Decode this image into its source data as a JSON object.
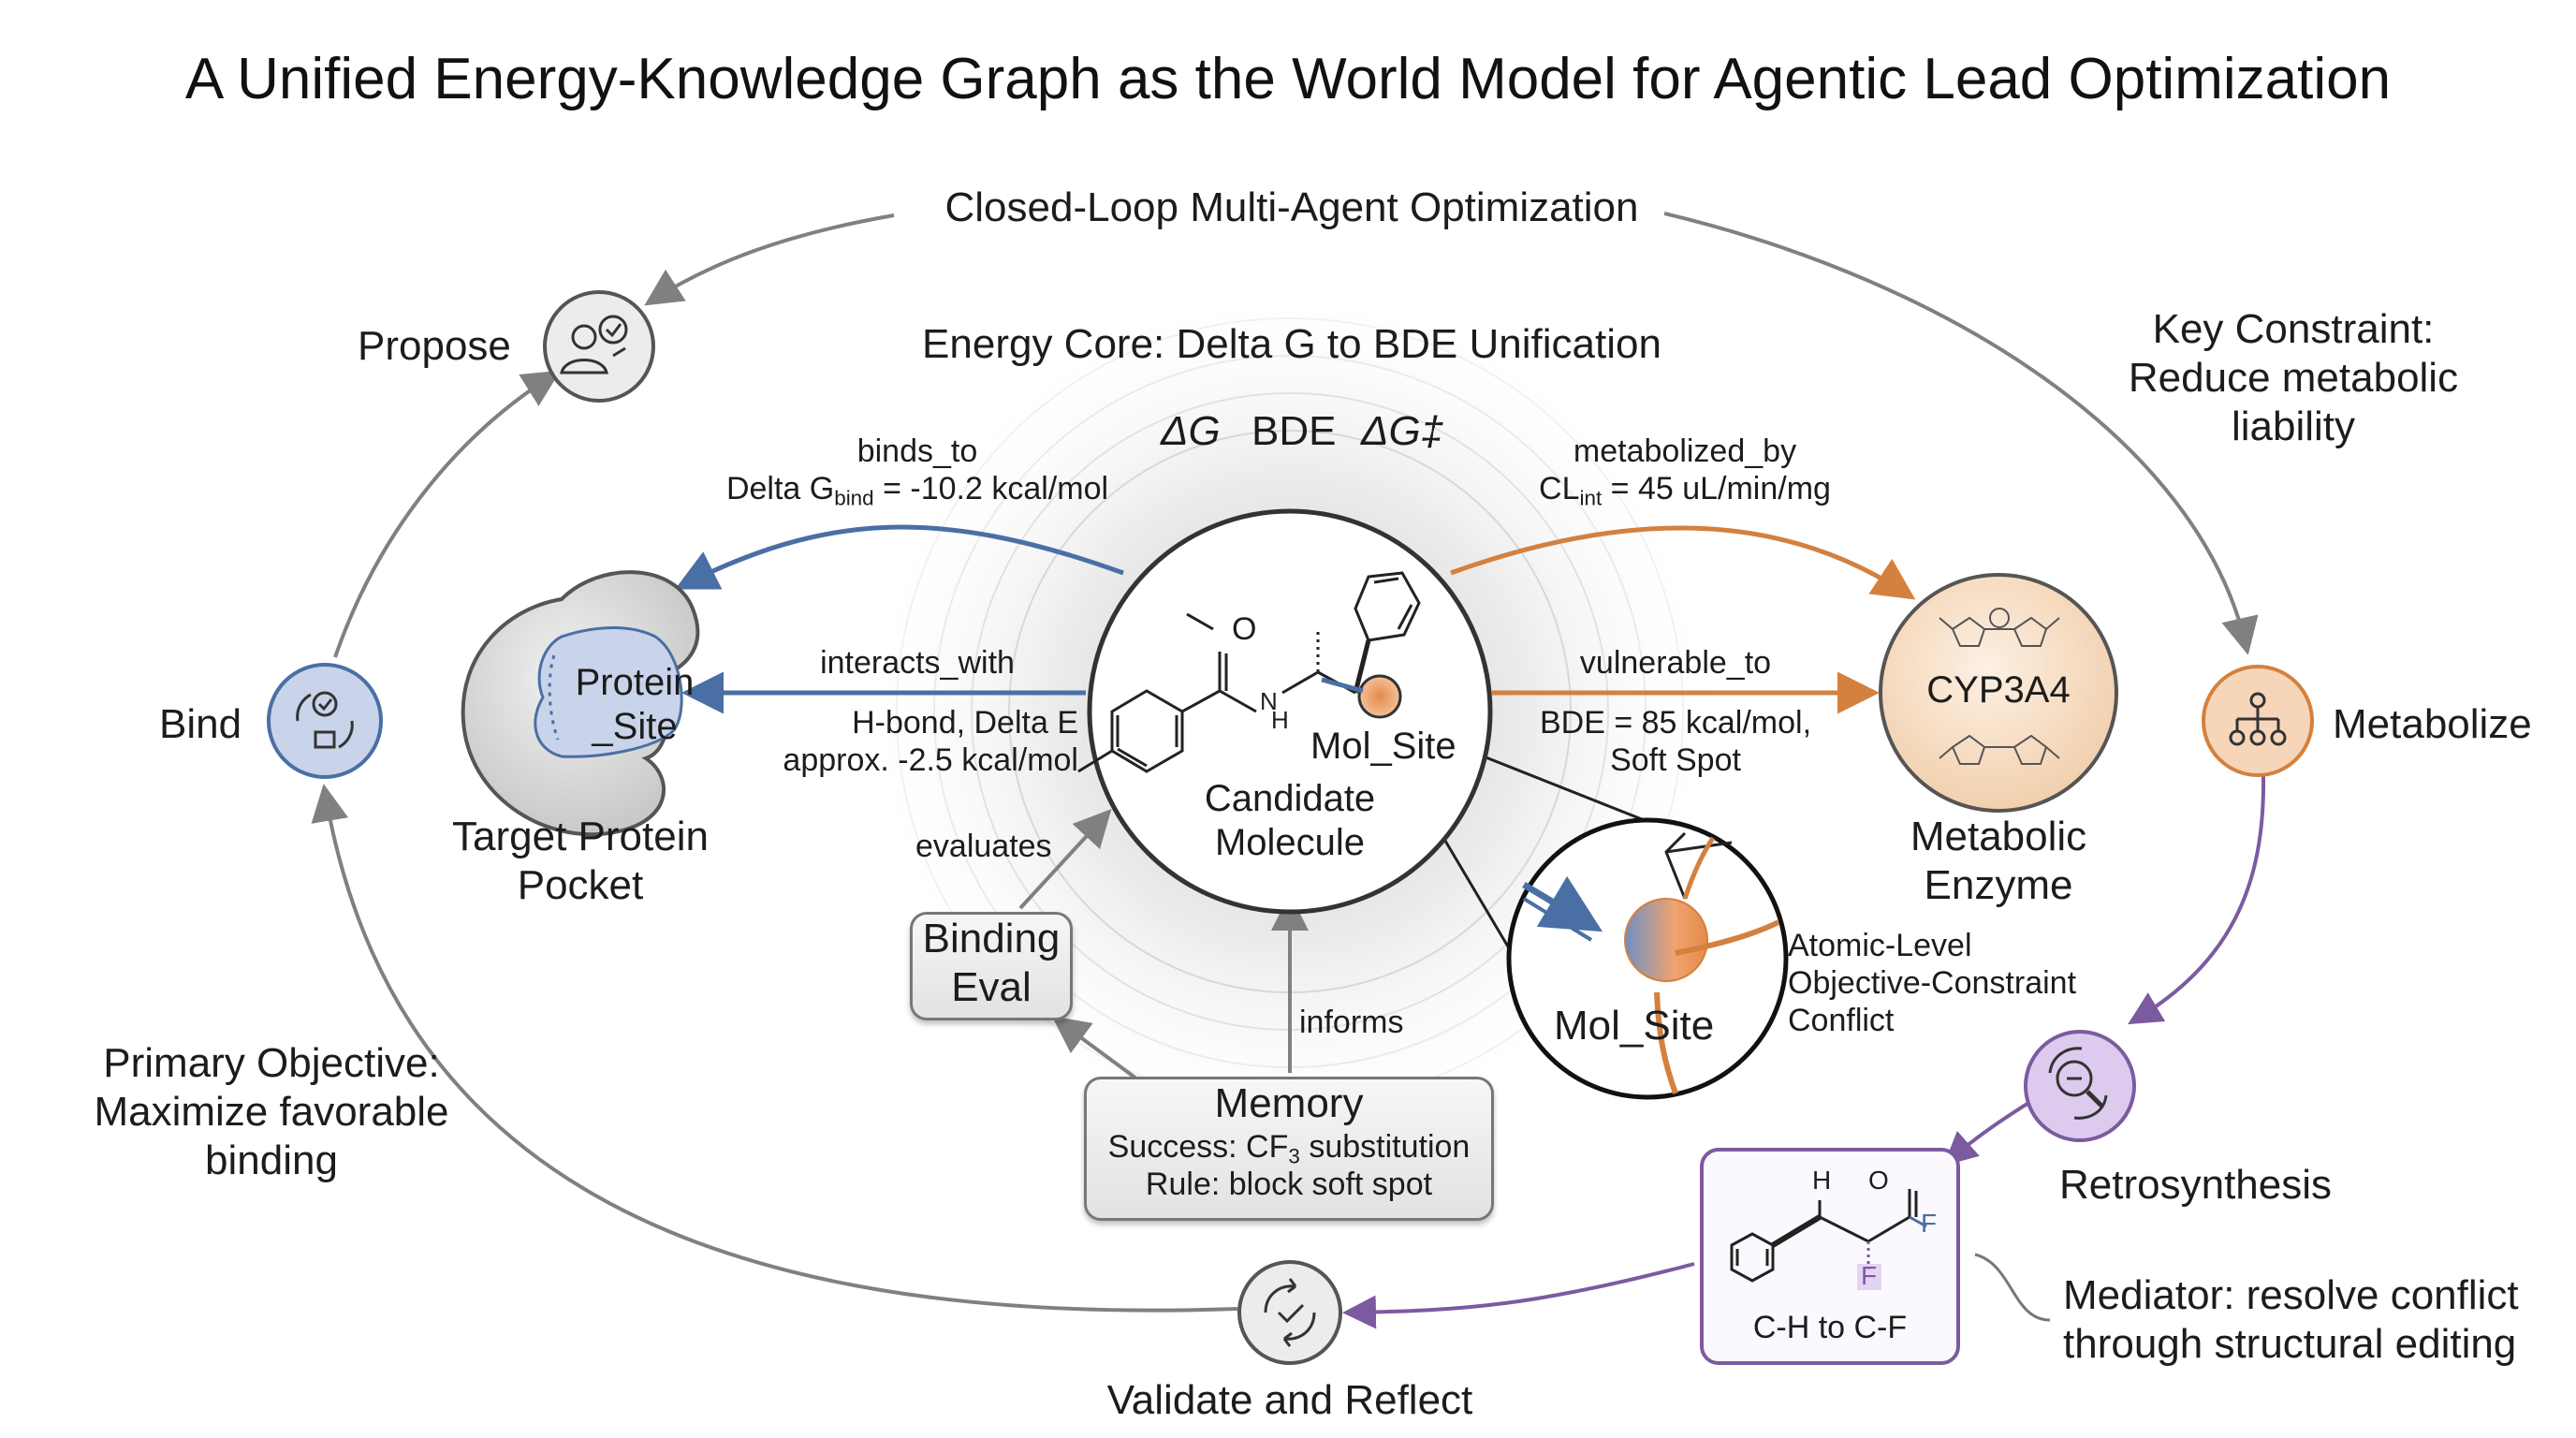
{
  "title": "A Unified Energy-Knowledge Graph as the World Model for Agentic Lead Optimization",
  "loop_label": "Closed-Loop Multi-Agent Optimization",
  "energy_core": {
    "label": "Energy Core: Delta G to BDE Unification",
    "symbols": [
      "ΔG",
      "BDE",
      "ΔG‡"
    ]
  },
  "stages": {
    "propose": "Propose",
    "bind": "Bind",
    "metabolize": "Metabolize",
    "retrosynthesis": "Retrosynthesis",
    "validate": "Validate and Reflect"
  },
  "key_constraint": [
    "Key Constraint:",
    "Reduce metabolic",
    "liability"
  ],
  "primary_objective": [
    "Primary Objective:",
    "Maximize favorable",
    "binding"
  ],
  "mediator": [
    "Mediator: resolve conflict",
    "through structural editing"
  ],
  "candidate": {
    "label_1": "Candidate",
    "label_2": "Molecule",
    "site_label": "Mol_Site",
    "atoms": {
      "o": "O",
      "n": "N",
      "h": "H"
    }
  },
  "protein": {
    "site_1": "Protein",
    "site_2": "_Site",
    "caption_1": "Target Protein",
    "caption_2": "Pocket"
  },
  "enzyme": {
    "name": "CYP3A4",
    "caption_1": "Metabolic",
    "caption_2": "Enzyme"
  },
  "edges": {
    "binds_to": {
      "name": "binds_to",
      "value_prefix": "Delta G",
      "value_sub": "bind",
      "value_suffix": " = -10.2 kcal/mol"
    },
    "metabolized_by": {
      "name": "metabolized_by",
      "value_prefix": "CL",
      "value_sub": "int",
      "value_suffix": " = 45 uL/min/mg"
    },
    "interacts_with": {
      "name": "interacts_with",
      "detail_1": "H-bond, Delta E",
      "detail_2": "approx. -2.5 kcal/mol"
    },
    "vulnerable_to": {
      "name": "vulnerable_to",
      "detail_1": "BDE = 85 kcal/mol,",
      "detail_2": "Soft Spot"
    },
    "evaluates": "evaluates",
    "informs": "informs"
  },
  "binding_eval": [
    "Binding",
    "Eval"
  ],
  "memory": {
    "title": "Memory",
    "success_prefix": "Success: CF",
    "success_sub": "3",
    "success_suffix": " substitution",
    "rule": "Rule: block soft spot"
  },
  "zoom": {
    "site_label": "Mol_Site",
    "conflict": [
      "Atomic-Level",
      "Objective-Constraint",
      "Conflict"
    ]
  },
  "edit_box": {
    "caption": "C-H to C-F",
    "atoms": {
      "h": "H",
      "o": "O",
      "f1": "F",
      "f2": "F"
    }
  },
  "colors": {
    "blue": "#4a6fa5",
    "orange": "#d4803e",
    "purple": "#7c5aa0",
    "gray_arrow": "#808080",
    "node_bind": "#c9d4ea",
    "node_metabolize": "#f7d5b8",
    "node_retro": "#dccbee"
  },
  "icons": {
    "propose": "person-check-icon",
    "bind": "cycle-check-icon",
    "metabolize": "tree-icon",
    "retrosynthesis": "magnifier-cycle-icon",
    "validate": "refresh-check-icon"
  }
}
